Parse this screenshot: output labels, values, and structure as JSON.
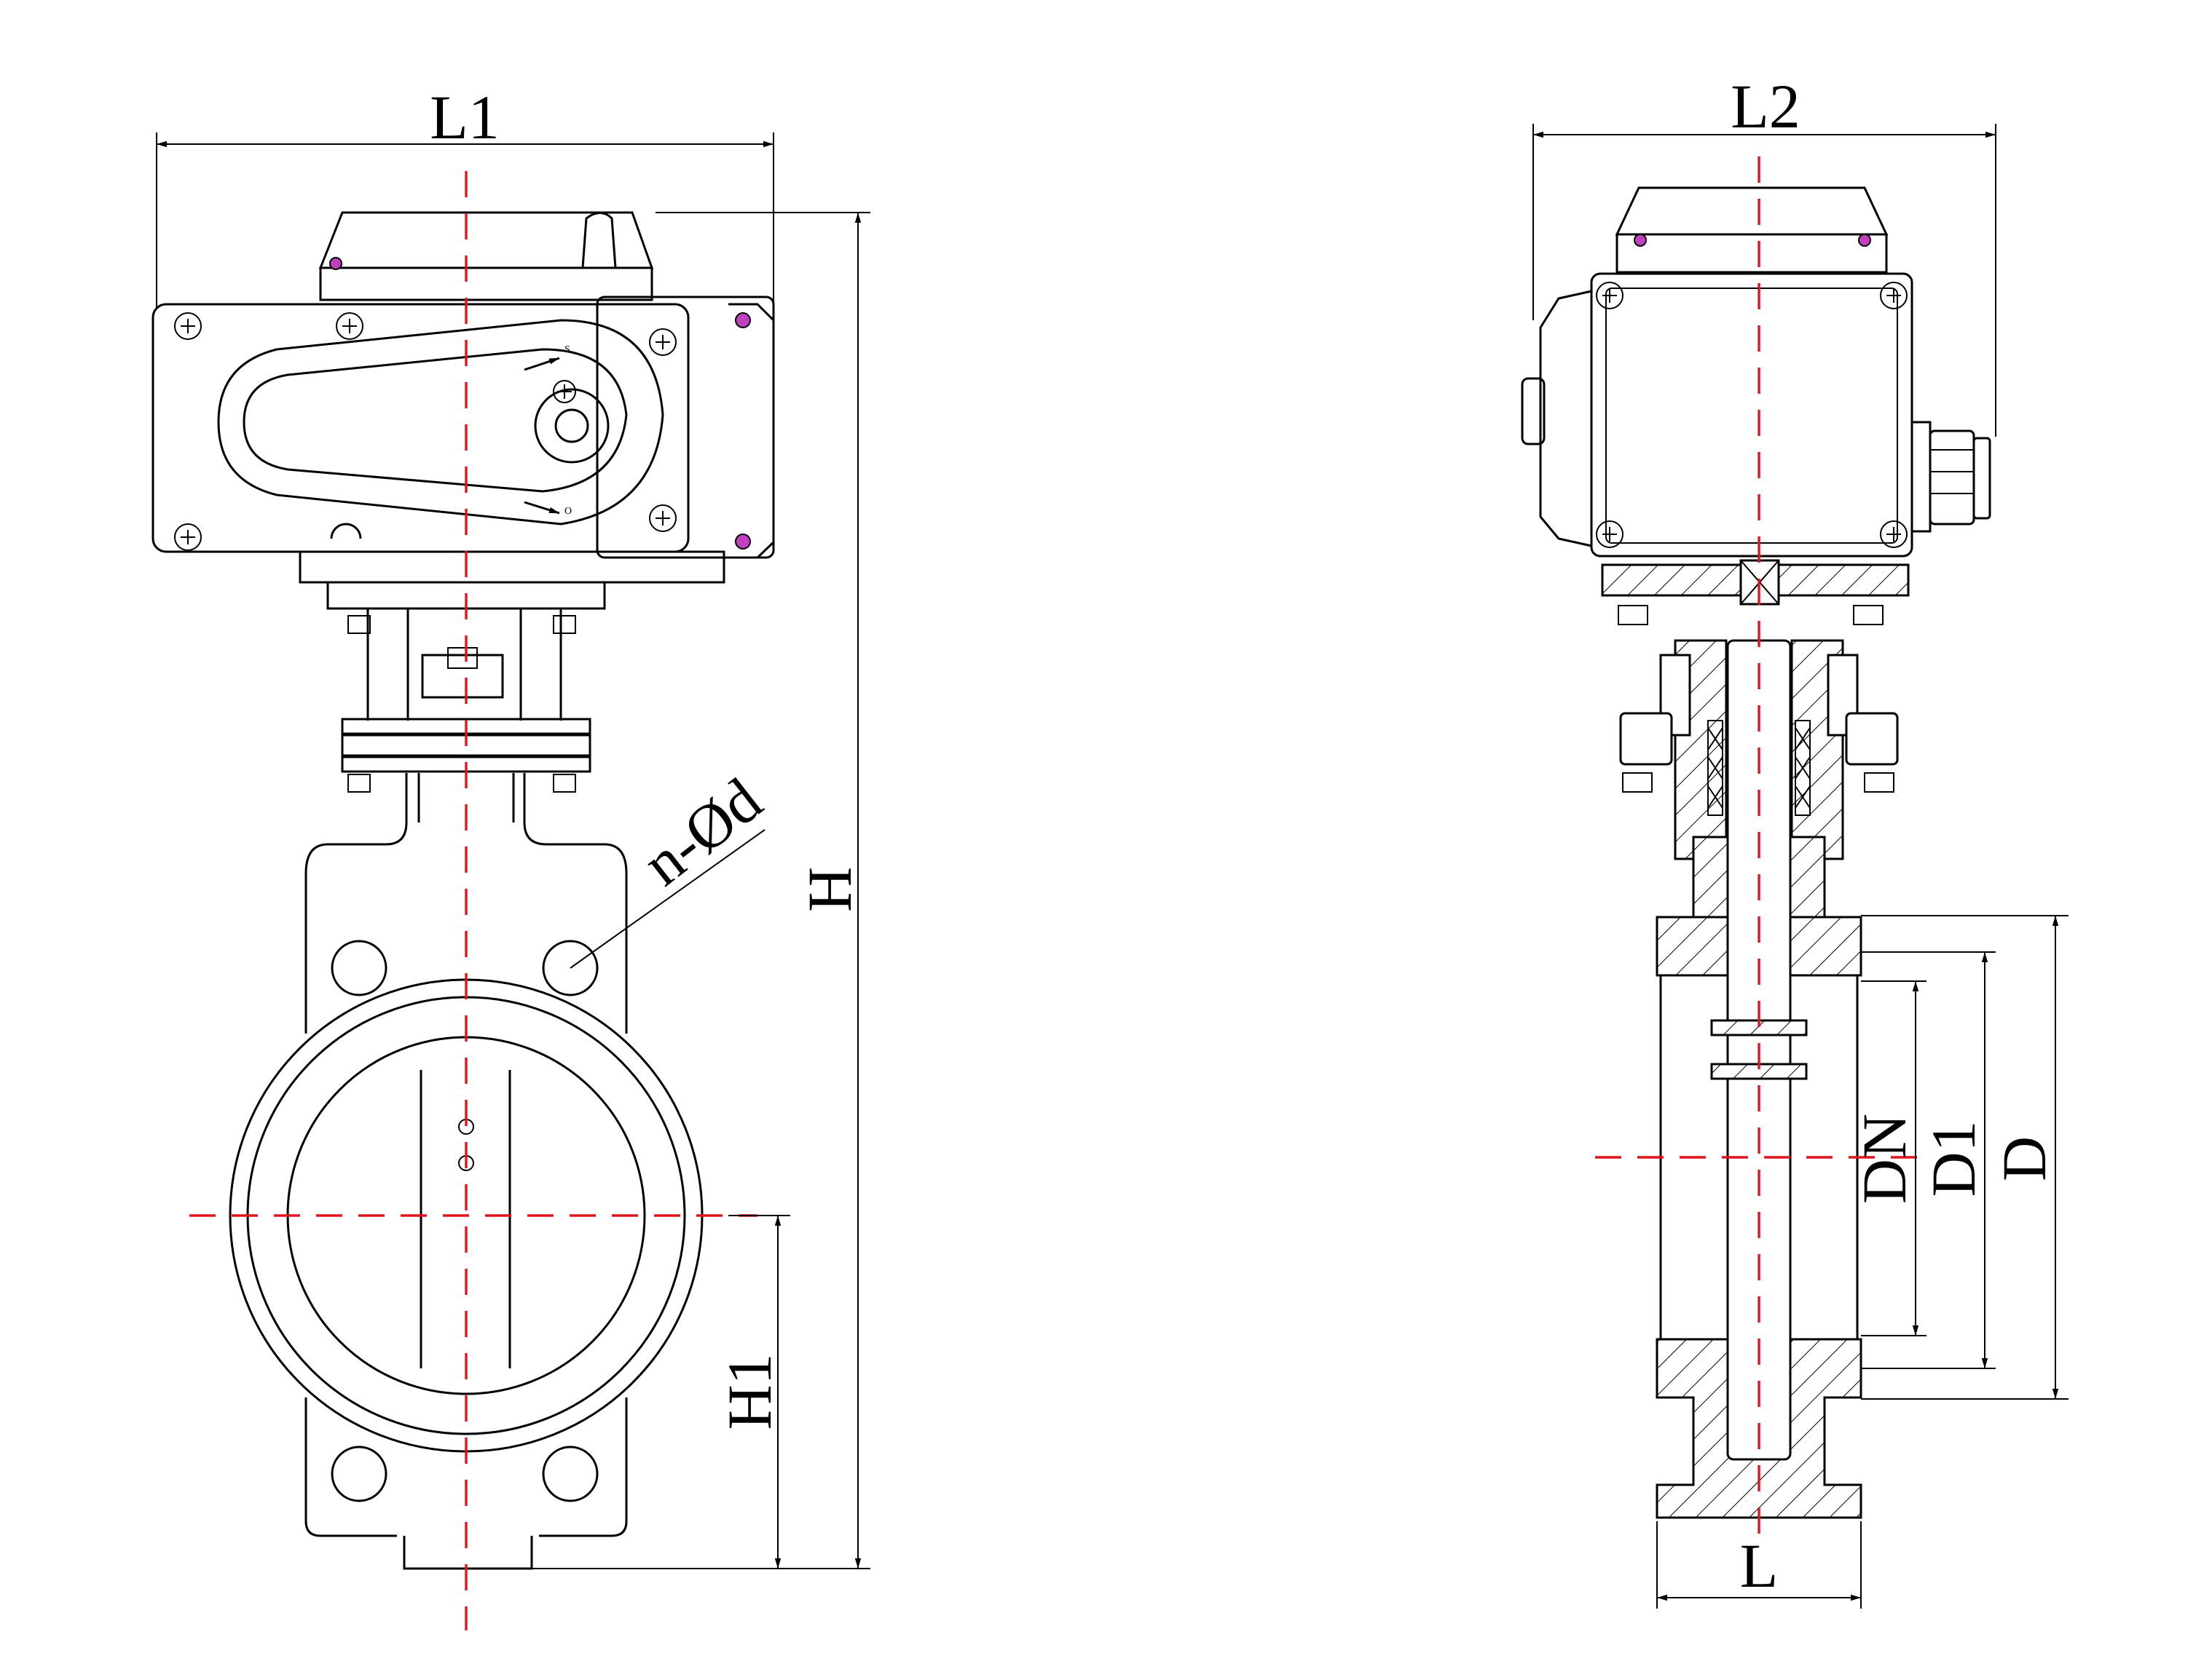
{
  "drawing": {
    "labels": {
      "l1": "L1",
      "l2": "L2",
      "h": "H",
      "h1": "H1",
      "holes": "n-Ød",
      "dn": "DN",
      "d1": "D1",
      "d": "D",
      "l": "L",
      "arrow_top_mark": "S",
      "arrow_bottom_mark": "O"
    },
    "colors": {
      "line": "#000000",
      "centerline": "#e0141a",
      "screw_accent": "#c040c0"
    }
  }
}
